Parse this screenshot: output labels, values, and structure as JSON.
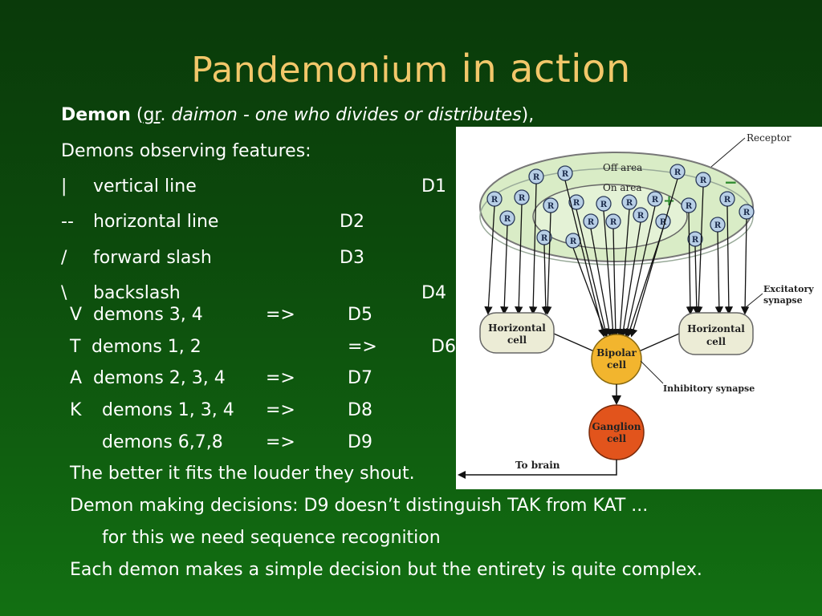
{
  "title": {
    "part1": "Pandemonium",
    "part2": " in action"
  },
  "demon_def": {
    "term": "Demon",
    "open_paren": " (",
    "gr": "gr",
    "dot": ". ",
    "daimon": "daimon - one who divides or distributes",
    "close": "),"
  },
  "observing": "Demons observing features:",
  "features": [
    {
      "symbol": "|",
      "label": "vertical line",
      "demon": "D1"
    },
    {
      "symbol": "--",
      "label": "horizontal line",
      "demon": "D2"
    },
    {
      "symbol": "/",
      "label": "forward slash",
      "demon": "D3"
    },
    {
      "symbol": "\\",
      "label": "backslash",
      "demon": "D4"
    }
  ],
  "letters": [
    {
      "letter": "V",
      "sources": "demons 3, 4",
      "arrow": "=>",
      "demon": "D5"
    },
    {
      "letter": "T",
      "sources": "demons 1, 2",
      "arrow": "=>",
      "demon": "D6"
    },
    {
      "letter": "A",
      "sources": "demons 2, 3, 4",
      "arrow": "=>",
      "demon": "D7"
    },
    {
      "letter": "K",
      "sources": "demons 1, 3, 4",
      "arrow": "=>",
      "demon": "D8"
    },
    {
      "letter": "",
      "sources": "demons 6,7,8",
      "arrow": "=>",
      "demon": "D9"
    }
  ],
  "notes": [
    "The better it fits the louder they shout.",
    "Demon making decisions: D9 doesn’t distinguish TAK from KAT ...",
    "for this we need sequence recognition",
    "Each demon makes a simple decision but the entirety is quite complex."
  ],
  "figure": {
    "receptor": "Receptor",
    "off_area": "Off area",
    "on_area": "On area",
    "receptor_letter": "R",
    "excitatory": [
      "Excitatory",
      "synapse"
    ],
    "horizontal_cell": [
      "Horizontal",
      "cell"
    ],
    "bipolar_cell": [
      "Bipolar",
      "cell"
    ],
    "inhibitory": "Inhibitory synapse",
    "ganglion_cell": [
      "Ganglion",
      "cell"
    ],
    "to_brain": "To brain",
    "plus": "+",
    "minus": "−"
  },
  "colors": {
    "title": "#f2c76a",
    "bipolar": "#f2b52e",
    "ganglion": "#e2541c",
    "receptor_field": "#d9ecc6"
  }
}
